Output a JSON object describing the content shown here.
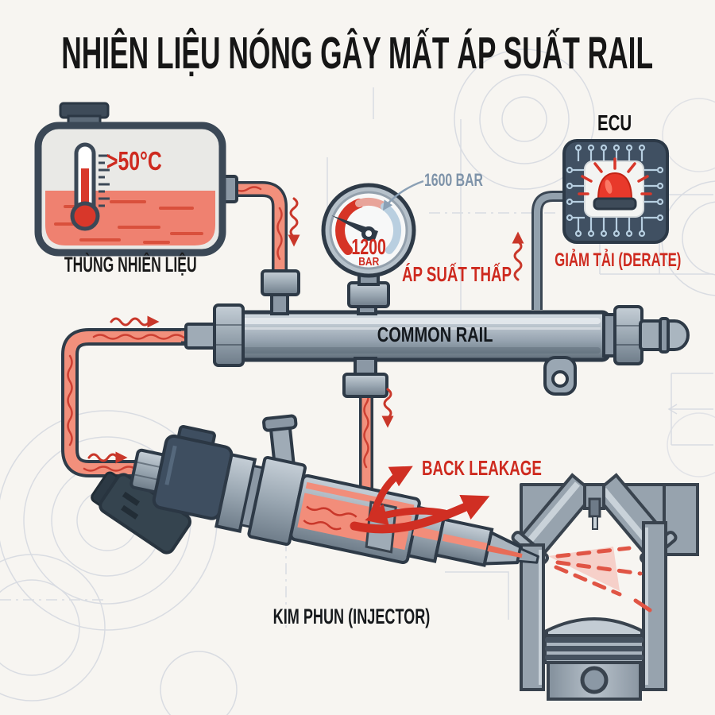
{
  "title": "NHIÊN LIỆU NÓNG GÂY MẤT ÁP SUẤT RAIL",
  "fuel_tank": {
    "temperature": ">50°C",
    "label": "THÙNG NHIÊN LIỆU"
  },
  "gauge": {
    "current_value": "1200",
    "current_unit": "BAR",
    "reference": "1600 BAR",
    "status": "ÁP SUẤT THẤP"
  },
  "ecu": {
    "label": "ECU",
    "status": "GIẢM TẢI (DERATE)"
  },
  "rail": {
    "label": "COMMON RAIL"
  },
  "injector": {
    "label": "KIM PHUN (INJECTOR)",
    "leak_label": "BACK LEAKAGE"
  },
  "icons": [
    "thermometer-icon",
    "pressure-gauge-icon",
    "siren-alarm-icon",
    "circuit-chip-icon",
    "heat-wave-arrow-icon",
    "back-leakage-arrow-icon",
    "piston-cylinder-icon",
    "injector-icon",
    "fuel-tank-icon"
  ],
  "colors": {
    "background": "#f7f5f1",
    "accent_red": "#ce2a1f",
    "fuel_salmon": "#f2907c",
    "metal_dark_outline": "#2e3a47",
    "metal_gray": "#9fabb6",
    "slate_dark": "#3e4e60",
    "reference_blue": "#7e93a9",
    "circuit_trace_blue": "#b7cfe1",
    "blueprint_line": "#d9dce2"
  }
}
